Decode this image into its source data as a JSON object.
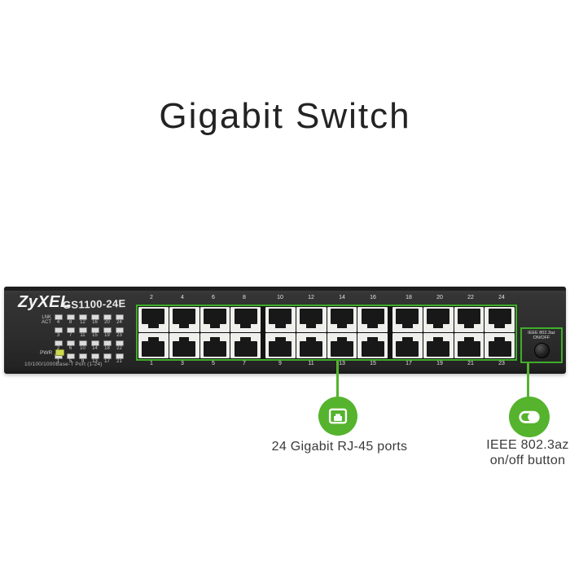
{
  "title": "Gigabit Switch",
  "colors": {
    "accent_green": "#55b32e",
    "frame_green": "#3fae2a",
    "body_dark": "#2d2d2d",
    "pwr_led": "#ccd94f"
  },
  "device": {
    "brand": "ZyXEL",
    "model": "GS1100-24E",
    "led_panel": {
      "lnk_label": "LNK",
      "act_label": "ACT",
      "pwr_label": "PWR",
      "rows": [
        [
          "4",
          "8",
          "12",
          "16",
          "20",
          "24"
        ],
        [
          "3",
          "7",
          "11",
          "15",
          "19",
          "23"
        ],
        [
          "2",
          "6",
          "10",
          "14",
          "18",
          "22"
        ],
        [
          "1",
          "5",
          "9",
          "13",
          "17",
          "21"
        ]
      ]
    },
    "bottom_text": "10/100/1000Base-T Port (1-24)",
    "port_groups": {
      "top_numbers": [
        [
          "2",
          "4",
          "6",
          "8"
        ],
        [
          "10",
          "12",
          "14",
          "16"
        ],
        [
          "18",
          "20",
          "22",
          "24"
        ]
      ],
      "bottom_numbers": [
        [
          "1",
          "3",
          "5",
          "7"
        ],
        [
          "9",
          "11",
          "13",
          "15"
        ],
        [
          "17",
          "19",
          "21",
          "23"
        ]
      ]
    },
    "eee_button": {
      "line1": "IEEE 802.3az",
      "line2": "ON/OFF"
    }
  },
  "callouts": {
    "ports": {
      "label": "24 Gigabit RJ-45 ports"
    },
    "eee": {
      "line1": "IEEE 802.3az",
      "line2": "on/off button"
    }
  }
}
